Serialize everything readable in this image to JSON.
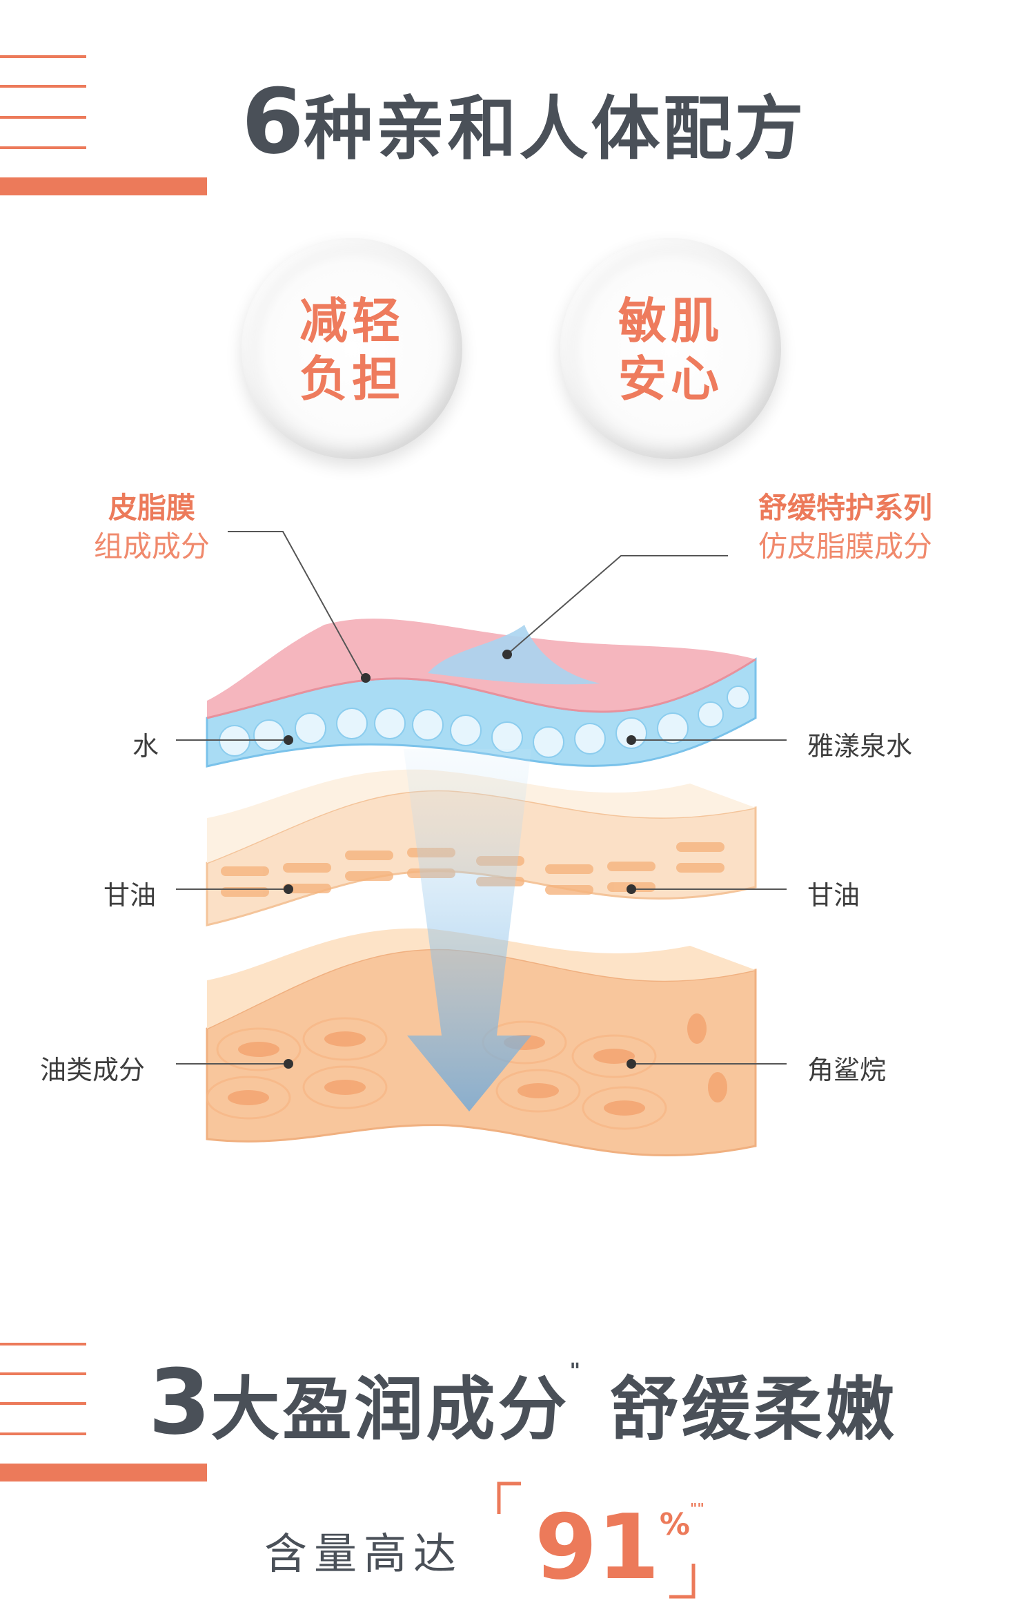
{
  "section1": {
    "title_number": "6",
    "title_text": "种亲和人体配方",
    "badges": [
      {
        "line1": "减轻",
        "line2": "负担"
      },
      {
        "line1": "敏肌",
        "line2": "安心"
      }
    ],
    "callout_left": {
      "bold": "皮脂膜",
      "normal": "组成成分"
    },
    "callout_right": {
      "bold": "舒缓特护系列",
      "normal": "仿皮脂膜成分"
    },
    "labels_left": [
      "水",
      "甘油",
      "油类成分"
    ],
    "labels_right": [
      "雅漾泉水",
      "甘油",
      "角鲨烷"
    ]
  },
  "section2": {
    "title_number": "3",
    "title_text": "大盈润成分",
    "title_mark": "\"",
    "title_text2": "舒缓柔嫩",
    "content_text": "含量高达",
    "percent_value": "91",
    "percent_symbol": "%",
    "percent_mark": "\"\""
  },
  "colors": {
    "accent": "#ec7a5a",
    "title_gray": "#4a5058",
    "skin_pink": "#f4b6bd",
    "water_blue": "#a9dcf4",
    "layer_orange": "#f9cfa8"
  }
}
